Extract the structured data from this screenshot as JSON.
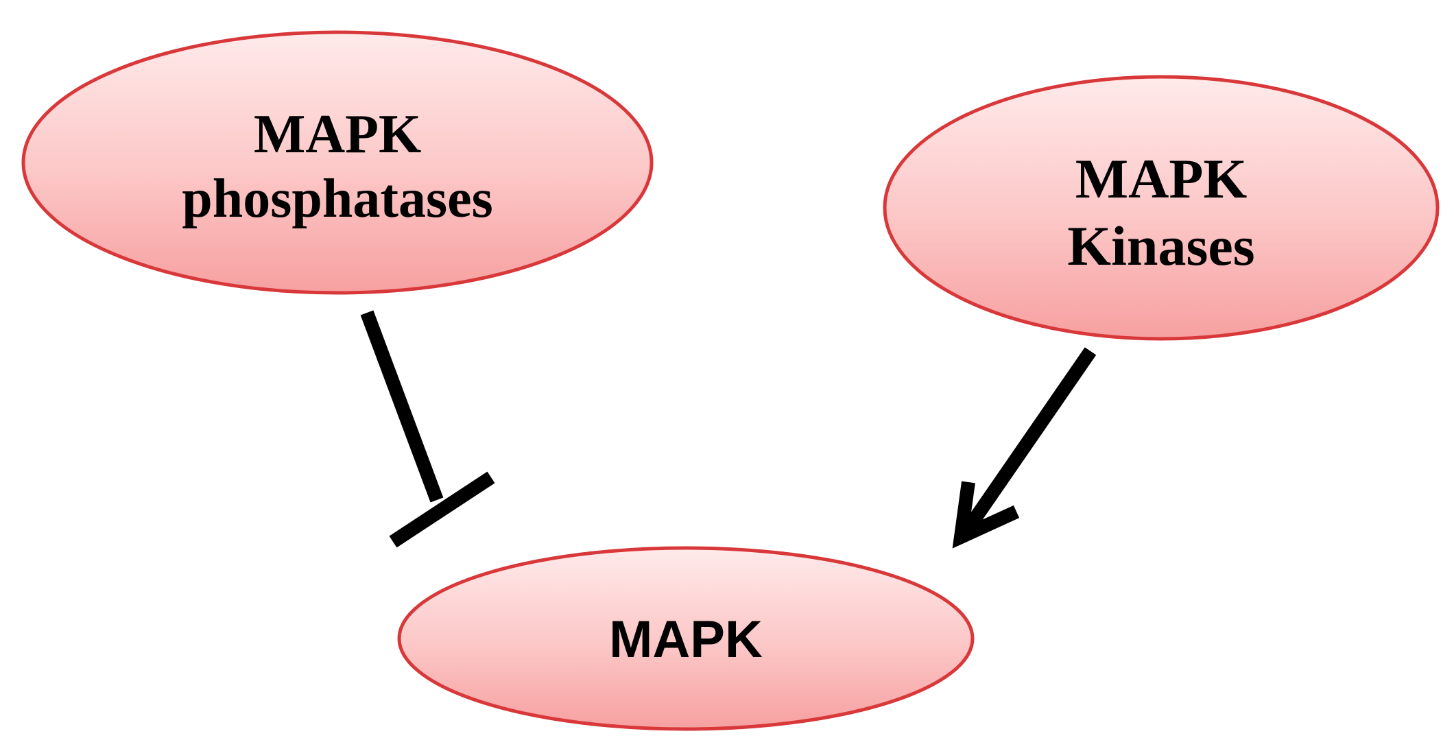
{
  "diagram": {
    "nodes": {
      "phosphatases": {
        "line1": "MAPK",
        "line2": "phosphatases"
      },
      "kinases": {
        "line1": "MAPK",
        "line2": "Kinases"
      },
      "mapk": {
        "label": "MAPK"
      }
    },
    "edges": [
      {
        "from": "MAPK phosphatases",
        "to": "MAPK",
        "type": "inhibition"
      },
      {
        "from": "MAPK Kinases",
        "to": "MAPK",
        "type": "activation"
      }
    ],
    "colors": {
      "node_fill_top": "#ffeaea",
      "node_fill_bottom": "#f9a3a3",
      "node_stroke": "#d9383a",
      "edge": "#000000",
      "text": "#000000"
    }
  }
}
